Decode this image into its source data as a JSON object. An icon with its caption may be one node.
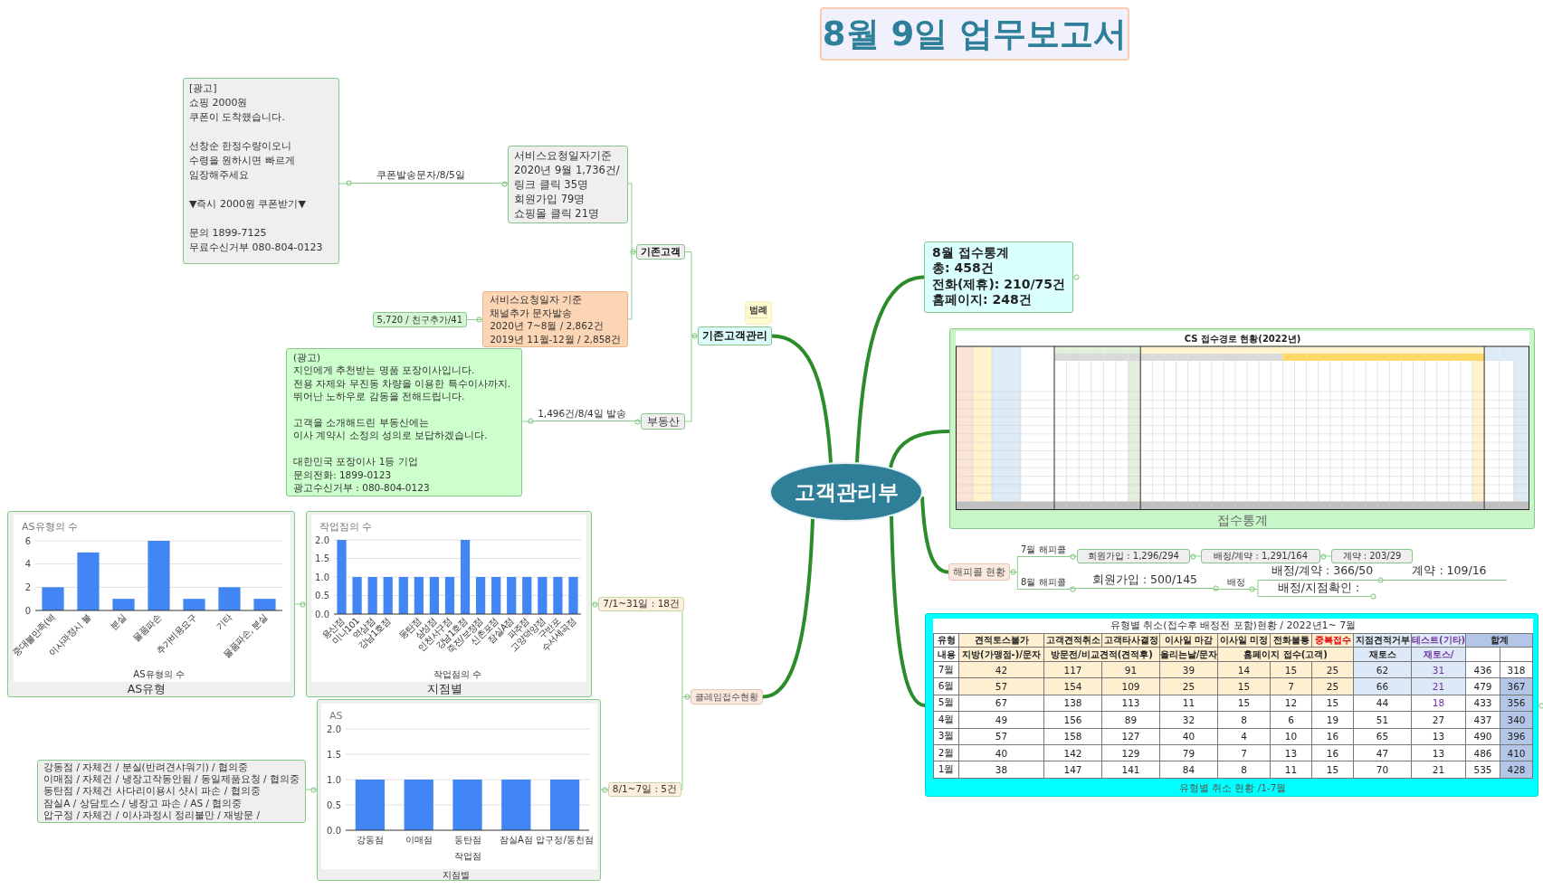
{
  "diagram": {
    "title": "8월 9일 업무보고서",
    "nodes": [
      {
        "text": [
          "고객관리부"
        ]
      },
      {
        "text": [
          "기존고객관리"
        ]
      },
      {
        "text": [
          "범례"
        ]
      },
      {
        "text": [
          "기존고객"
        ]
      },
      {
        "text": [
          "서비스요청일자기준",
          "2020년 9월 1,736건/",
          "링크 클릭 35명",
          "회원가입 79명",
          "쇼핑몰 클릭 21명"
        ]
      },
      {
        "text": [
          "쿠폰발송문자/8/5일"
        ]
      },
      {
        "text": [
          "[광고]",
          "쇼핑 2000원",
          "쿠폰이 도착했습니다.",
          "선창순 한정수량이오니",
          "수령을 원하시면 빠르게",
          "임장해주세요",
          "▼즉시 2000원 쿠폰받기▼",
          "문의 1899-7125",
          "무료수신거부 080-804-0123"
        ]
      },
      {
        "text": [
          "서비스요청일자 기준",
          "채널추가 문자발송",
          "2020년 7~8월 / 2,862건",
          "2019년 11월-12월 / 2,858건"
        ]
      },
      {
        "text": [
          "5,720 / 친구추가/41"
        ]
      },
      {
        "text": [
          "부동산"
        ]
      },
      {
        "text": [
          "1,496건/8/4일 발송"
        ]
      },
      {
        "text": [
          "(광고)",
          "지인에게 추천받는 명품 포장이사입니다.",
          "전용 자제와 무진동 차량을 이용한 특수이사까지.",
          "뛰어난 노하우로 감동을 전해드립니다.",
          "고객을 소개해드린 부동산에는",
          "이사 계약시 소정의 성의로 보답하겠습니다.",
          "대한민국 포장이사 1등 기업",
          "문의전화: 1899-0123",
          "광고수신거부 : 080-804-0123"
        ]
      },
      {
        "text": [
          "8월 접수통계",
          "총: 458건",
          "전화(제휴): 210/75건",
          "홈페이지: 248건"
        ]
      },
      {
        "text": [
          "CS 접수경로 현황(2022년)",
          "접수통계"
        ]
      },
      {
        "text": [
          "해피콜 현황"
        ]
      },
      {
        "text": [
          "7월 해피콜"
        ]
      },
      {
        "text": [
          "회원가입 : 1,296/294"
        ]
      },
      {
        "text": [
          "배정/계약 : 1,291/164"
        ]
      },
      {
        "text": [
          "계약 : 203/29"
        ]
      },
      {
        "text": [
          "8월 해피콜"
        ]
      },
      {
        "text": [
          "회원가입 : 500/145"
        ]
      },
      {
        "text": [
          "배정"
        ]
      },
      {
        "text": [
          "배정/계약 : 366/50"
        ]
      },
      {
        "text": [
          "계약 : 109/16"
        ]
      },
      {
        "text": [
          "배정/지점확인 :"
        ]
      },
      {
        "text": [
          "유형별 취소(접수후 배정전 포함)현황 / 2022년1~ 7월",
          "유형별 취소 현황 /1-7월"
        ]
      },
      {
        "text": [
          "클레임접수현황"
        ]
      },
      {
        "text": [
          "7/1~31일 : 18건"
        ]
      },
      {
        "text": [
          "지점별"
        ]
      },
      {
        "text": [
          "AS유형"
        ]
      },
      {
        "text": [
          "8/1~7일 : 5건"
        ]
      },
      {
        "text": [
          "지점별"
        ]
      },
      {
        "text": [
          "강동점 / 자체건 / 분실(반려견샤워기) / 협의중",
          "이매점 / 자체건 / 냉장고작동안됨 / 동일제품요청 / 협의중",
          "동탄점 / 자체건 사다리이용시 샷시 파손 / 협의중",
          "잠실A / 상담토스 / 냉장고 파손 / AS / 협의중",
          "압구정 / 자체건 / 이사과정시 정리불만 / 재방문 /"
        ]
      }
    ],
    "edges": [
      {
        "from": 0,
        "to": 1,
        "arrow": "none",
        "style": "thick",
        "color": "#2a8c2a"
      },
      {
        "from": 1,
        "to": 3,
        "arrow": "none"
      },
      {
        "from": 1,
        "to": 9,
        "arrow": "none"
      },
      {
        "from": 3,
        "to": 4,
        "arrow": "none"
      },
      {
        "from": 4,
        "to": 5,
        "arrow": "none"
      },
      {
        "from": 5,
        "to": 6,
        "arrow": "none"
      },
      {
        "from": 3,
        "to": 7,
        "arrow": "none"
      },
      {
        "from": 7,
        "to": 8,
        "arrow": "none"
      },
      {
        "from": 9,
        "to": 10,
        "arrow": "none"
      },
      {
        "from": 10,
        "to": 11,
        "arrow": "none"
      },
      {
        "from": 0,
        "to": 12,
        "arrow": "none",
        "style": "thick",
        "color": "#2a8c2a"
      },
      {
        "from": 0,
        "to": 13,
        "arrow": "none",
        "style": "thick",
        "color": "#2a8c2a"
      },
      {
        "from": 0,
        "to": 14,
        "arrow": "none",
        "style": "thick",
        "color": "#2a8c2a"
      },
      {
        "from": 14,
        "to": 15,
        "arrow": "none"
      },
      {
        "from": 15,
        "to": 16,
        "arrow": "none"
      },
      {
        "from": 16,
        "to": 17,
        "arrow": "none"
      },
      {
        "from": 17,
        "to": 18,
        "arrow": "none"
      },
      {
        "from": 14,
        "to": 19,
        "arrow": "none"
      },
      {
        "from": 19,
        "to": 20,
        "arrow": "none"
      },
      {
        "from": 20,
        "to": 21,
        "arrow": "none"
      },
      {
        "from": 21,
        "to": 22,
        "arrow": "none"
      },
      {
        "from": 22,
        "to": 23,
        "arrow": "none"
      },
      {
        "from": 21,
        "to": 24,
        "arrow": "none"
      },
      {
        "from": 0,
        "to": 25,
        "arrow": "none",
        "style": "thick",
        "color": "#2a8c2a"
      },
      {
        "from": 0,
        "to": 26,
        "arrow": "none",
        "style": "thick",
        "color": "#2a8c2a"
      },
      {
        "from": 26,
        "to": 27,
        "arrow": "none"
      },
      {
        "from": 27,
        "to": 28,
        "arrow": "none"
      },
      {
        "from": 28,
        "to": 29,
        "arrow": "none"
      },
      {
        "from": 26,
        "to": 30,
        "arrow": "none"
      },
      {
        "from": 30,
        "to": 31,
        "arrow": "none"
      },
      {
        "from": 31,
        "to": 32,
        "arrow": "none"
      }
    ],
    "labels": [
      "유형",
      "견적토스불가",
      "고객견적취소",
      "고객타사결정",
      "이사일 마감",
      "이사일 미정",
      "전화불통",
      "중복접수",
      "지점견적거부",
      "테스트(기타)",
      "합계",
      "내용",
      "지방(가맹점-)/문자",
      "방문전/비교견적(견적후)",
      "올리는날/문자",
      "홈페이지 접수(고객)",
      "재토스",
      "재토스/",
      "7월",
      "42",
      "117",
      "91",
      "39",
      "14",
      "15",
      "25",
      "62",
      "31",
      "436",
      "318",
      "6월",
      "57",
      "154",
      "109",
      "25",
      "15",
      "7",
      "25",
      "66",
      "21",
      "479",
      "367",
      "5월",
      "67",
      "138",
      "113",
      "11",
      "15",
      "12",
      "15",
      "44",
      "18",
      "433",
      "356",
      "4월",
      "49",
      "156",
      "89",
      "32",
      "8",
      "6",
      "19",
      "51",
      "27",
      "437",
      "340",
      "3월",
      "57",
      "158",
      "127",
      "40",
      "4",
      "10",
      "16",
      "65",
      "13",
      "490",
      "396",
      "2월",
      "40",
      "142",
      "129",
      "79",
      "7",
      "13",
      "16",
      "47",
      "13",
      "486",
      "410",
      "1월",
      "38",
      "147",
      "141",
      "84",
      "8",
      "11",
      "15",
      "70",
      "21",
      "535",
      "428"
    ],
    "chart_data": [
      {
        "type": "bar",
        "title": "작업점의 수",
        "xlabel": "작업점의 수",
        "categories": [
          "용산점",
          "미나101",
          "역삼점",
          "강남1호점",
          null,
          "동탄점",
          "삼성점",
          "인천서구점",
          "강남1호점",
          "죽전/보정점",
          "신촌포점",
          "잠실A점",
          "파주점",
          "고양덕양점",
          "구반포",
          "수서세곡점"
        ],
        "values": [
          2,
          1,
          1,
          1,
          1,
          1,
          1,
          1,
          2,
          1,
          1,
          1,
          1,
          1,
          1,
          1
        ],
        "ylim": [
          0,
          2
        ],
        "yticks": [
          {
            "value": 0,
            "label": "0.0"
          },
          {
            "value": 0.5,
            "label": "0.5"
          },
          {
            "value": 1,
            "label": "1.0"
          },
          {
            "value": 1.5,
            "label": "1.5"
          },
          {
            "value": 2,
            "label": "2.0"
          }
        ],
        "grid": true
      },
      {
        "type": "bar",
        "title": "AS유형의 수",
        "xlabel": "AS유형의 수",
        "categories": [
          "중대불만족(벽",
          "이사과정시 불",
          "분실",
          "물품파손",
          "추가비용요구",
          "기타",
          "물품파손, 분실"
        ],
        "values": [
          2,
          5,
          1,
          6,
          1,
          2,
          1
        ],
        "ylim": [
          0,
          6
        ],
        "yticks": [
          0,
          2,
          4,
          6
        ],
        "grid": true
      },
      {
        "type": "bar",
        "title": "AS",
        "xlabel": "작업점",
        "categories": [
          "강동점",
          "이매점",
          "동탄점",
          "잠실A점",
          "압구정/동천점"
        ],
        "values": [
          1,
          1,
          1,
          1,
          1
        ],
        "ylim": [
          0,
          2
        ],
        "yticks": [
          {
            "value": 0,
            "label": "0.0"
          },
          {
            "value": 0.5,
            "label": "0.5"
          },
          {
            "value": 1,
            "label": "1.0"
          },
          {
            "value": 1.5,
            "label": "1.5"
          },
          {
            "value": 2,
            "label": "2.0"
          }
        ],
        "grid": true
      }
    ]
  }
}
